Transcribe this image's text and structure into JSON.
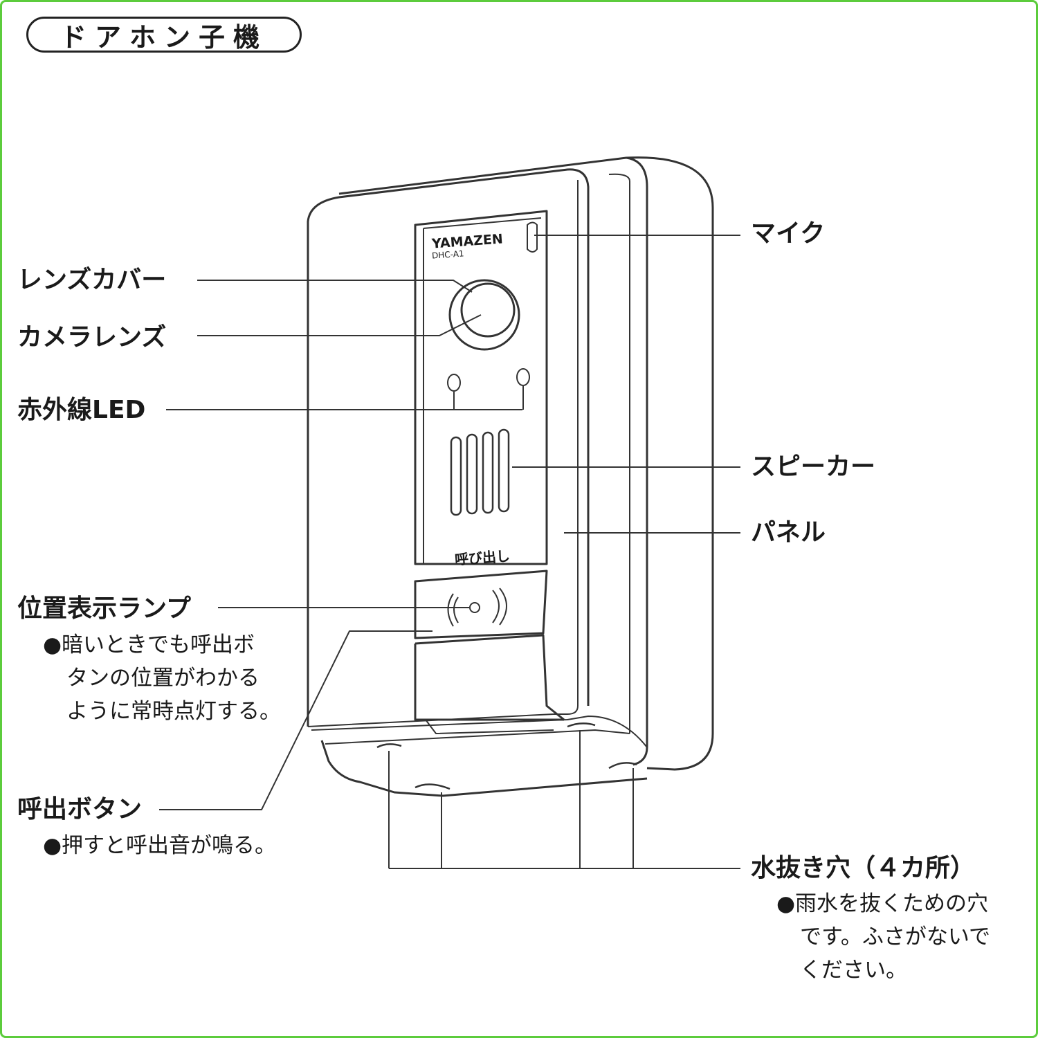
{
  "title": "ドアホン子機",
  "device": {
    "brand": "YAMAZEN",
    "model": "DHC-A1",
    "button_text": "呼び出し"
  },
  "labels": {
    "mic": "マイク",
    "lens_cover": "レンズカバー",
    "camera_lens": "カメラレンズ",
    "ir_led": "赤外線LED",
    "speaker": "スピーカー",
    "panel": "パネル",
    "position_lamp": "位置表示ランプ",
    "position_lamp_note": [
      "●暗いときでも呼出ボ",
      "タンの位置がわかる",
      "ように常時点灯する。"
    ],
    "call_button": "呼出ボタン",
    "call_button_note": [
      "●押すと呼出音が鳴る。"
    ],
    "drain_holes": "水抜き穴（４カ所）",
    "drain_holes_note": [
      "●雨水を抜くための穴",
      "です。ふさがないで",
      "ください。"
    ]
  },
  "colors": {
    "border": "#5ccc3c",
    "line": "#333333"
  }
}
